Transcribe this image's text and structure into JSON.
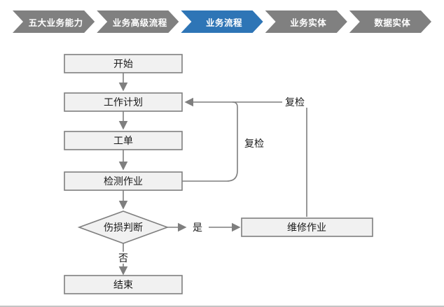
{
  "nav": {
    "active_color": "#2E75B6",
    "inactive_color": "#808080",
    "items": [
      {
        "label": "五大业务能力",
        "active": false
      },
      {
        "label": "业务高级流程",
        "active": false
      },
      {
        "label": "业务流程",
        "active": true
      },
      {
        "label": "业务实体",
        "active": false
      },
      {
        "label": "数据实体",
        "active": false
      }
    ]
  },
  "flowchart": {
    "colors": {
      "node_fill": "#F1F1F1",
      "node_stroke": "#7F7F7F",
      "connector": "#7F7F7F"
    },
    "nodes": {
      "start": "开始",
      "work_plan": "工作计划",
      "work_order": "工单",
      "inspection": "检测作业",
      "damage_decision": "伤损判断",
      "repair": "维修作业",
      "end": "结束"
    },
    "edge_labels": {
      "yes": "是",
      "no": "否",
      "recheck_inner": "复检",
      "recheck_outer": "复检"
    },
    "edges": [
      {
        "from": "start",
        "to": "work_plan"
      },
      {
        "from": "work_plan",
        "to": "work_order"
      },
      {
        "from": "work_order",
        "to": "inspection"
      },
      {
        "from": "inspection",
        "to": "damage_decision"
      },
      {
        "from": "damage_decision",
        "to": "repair",
        "label": "是"
      },
      {
        "from": "damage_decision",
        "to": "end",
        "label": "否"
      },
      {
        "from": "inspection",
        "to": "work_plan",
        "label": "复检"
      },
      {
        "from": "repair",
        "to": "work_plan",
        "label": "复检"
      }
    ]
  }
}
